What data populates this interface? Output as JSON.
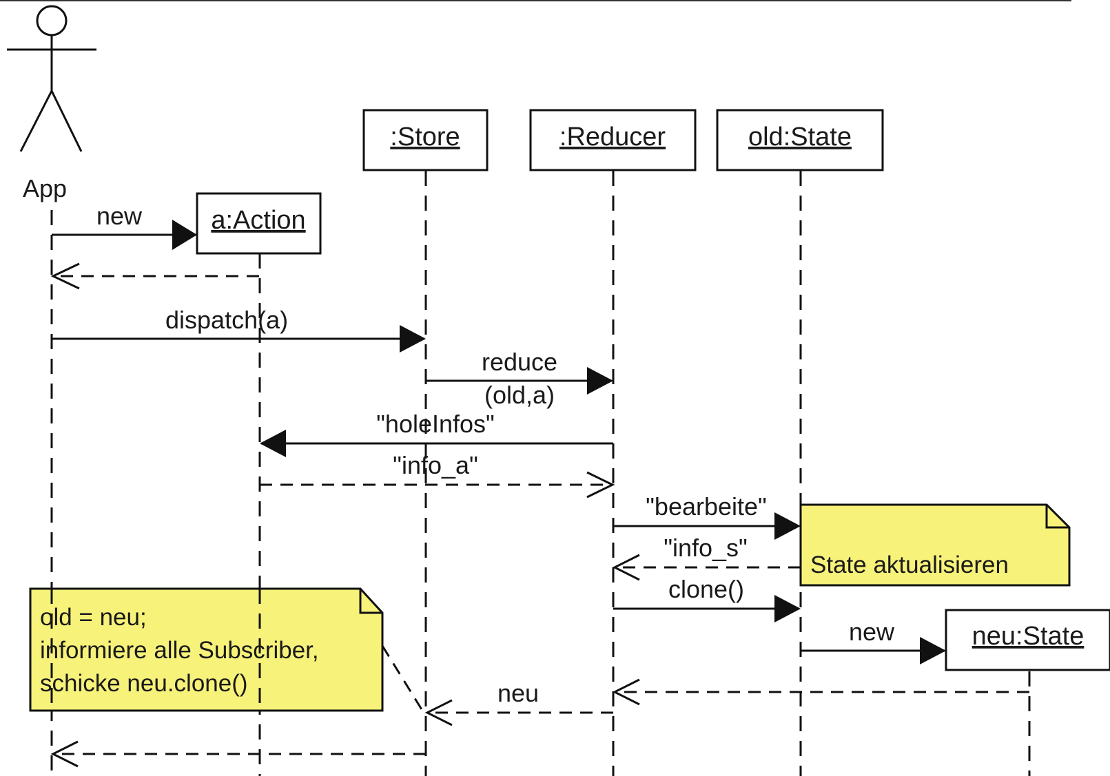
{
  "actor": {
    "name": "App"
  },
  "objects": {
    "store": ":Store",
    "reducer": ":Reducer",
    "old_state": "old:State",
    "action": "a:Action",
    "new_state": "neu:State"
  },
  "messages": {
    "new_action": "new",
    "dispatch": "dispatch(a)",
    "reduce_1": "reduce",
    "reduce_2": "(old,a)",
    "hole_infos": "\"holeInfos\"",
    "info_a": "\"info_a\"",
    "bearbeite": "\"bearbeite\"",
    "info_s": "\"info_s\"",
    "clone": "clone()",
    "new_state": "new",
    "neu": "neu"
  },
  "notes": {
    "state_update": "State aktualisieren",
    "store_note": [
      "old = neu;",
      "informiere alle Subscriber,",
      "schicke neu.clone()"
    ]
  },
  "colors": {
    "note_fill": "#f7f27a",
    "line": "#111111"
  }
}
